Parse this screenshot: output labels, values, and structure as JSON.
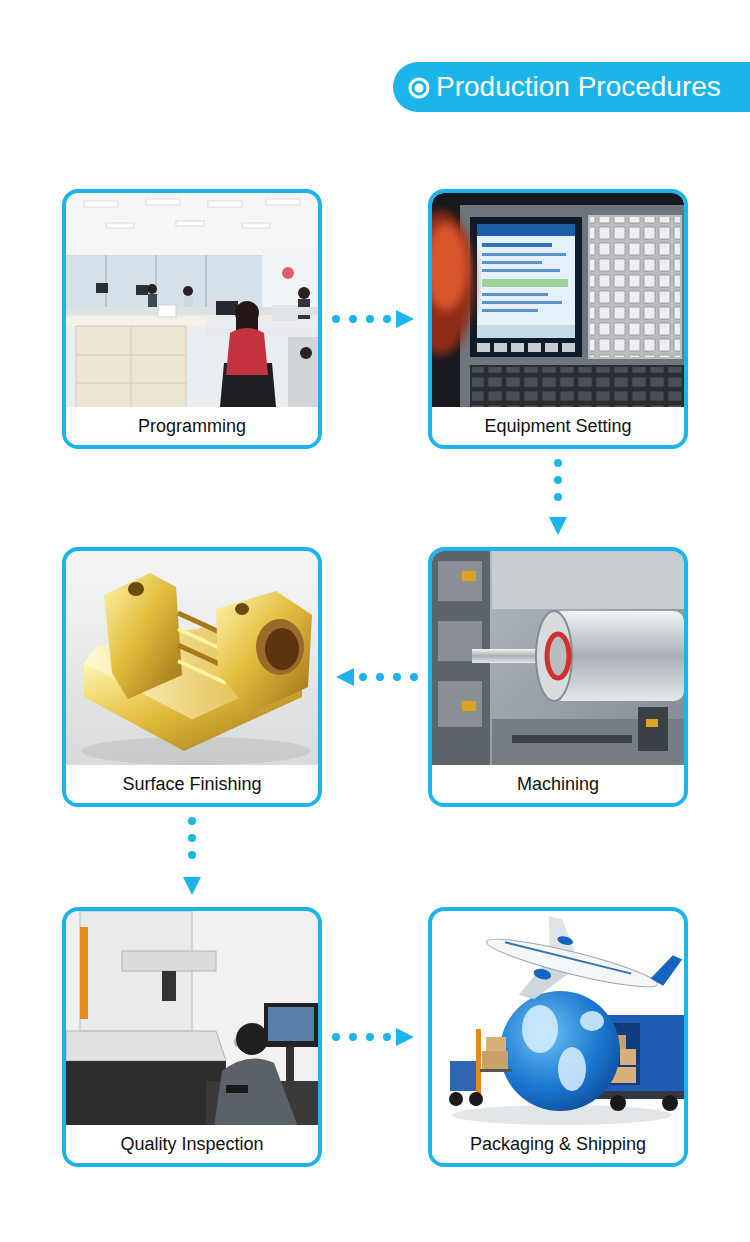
{
  "diagram": {
    "title": "Production Procedures",
    "nodes": [
      {
        "text": [
          "Programming"
        ]
      },
      {
        "text": [
          "Equipment Setting"
        ]
      },
      {
        "text": [
          "Surface Finishing"
        ]
      },
      {
        "text": [
          "Machining"
        ]
      },
      {
        "text": [
          "Quality Inspection"
        ]
      },
      {
        "text": [
          "Packaging & Shipping"
        ]
      }
    ],
    "edges": [
      {
        "from": 0,
        "to": 1,
        "arrow": "to"
      },
      {
        "from": 1,
        "to": 3,
        "arrow": "to"
      },
      {
        "from": 3,
        "to": 2,
        "arrow": "to"
      },
      {
        "from": 2,
        "to": 4,
        "arrow": "to"
      },
      {
        "from": 4,
        "to": 5,
        "arrow": "to"
      }
    ]
  }
}
